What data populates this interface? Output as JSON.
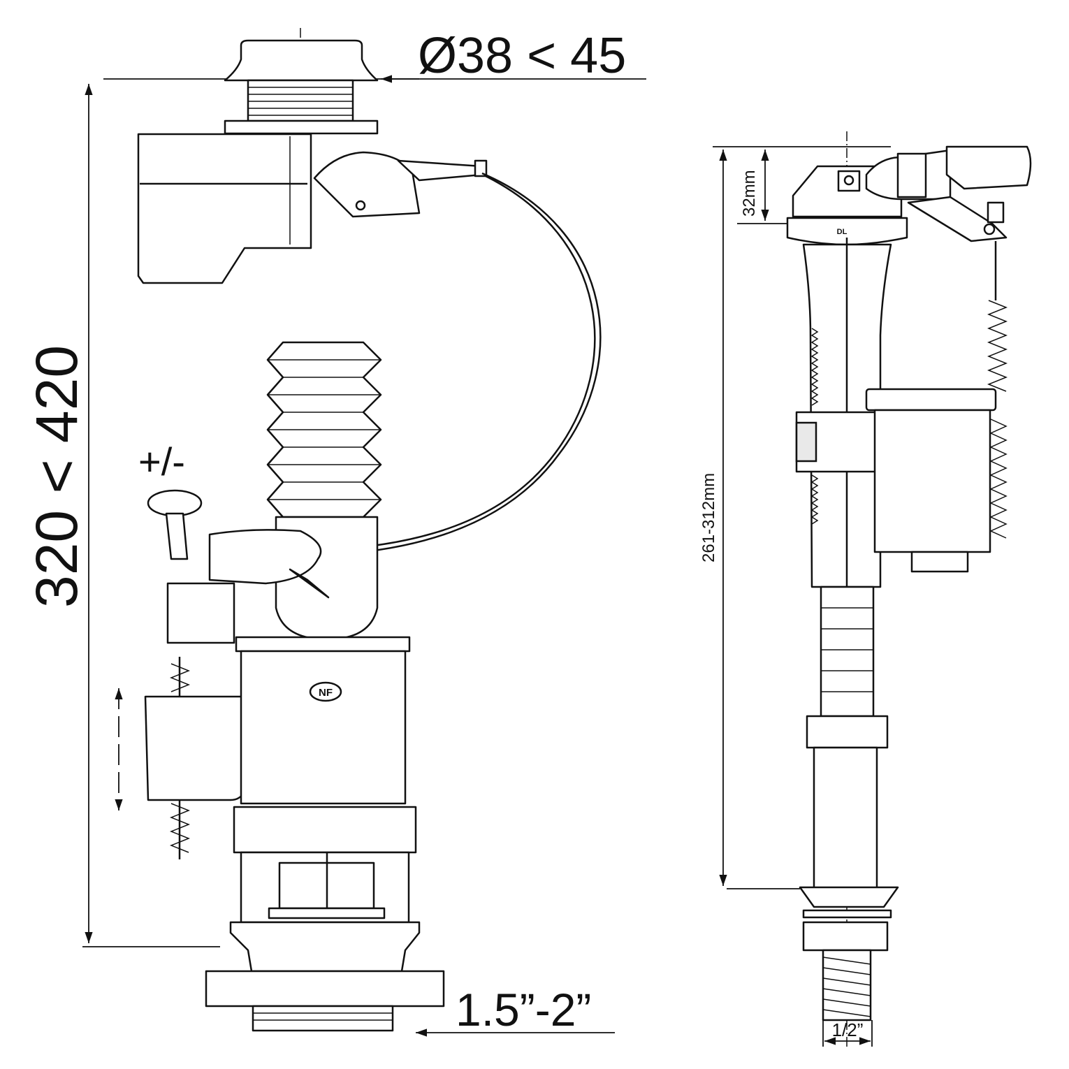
{
  "flush_valve": {
    "button_diameter_label": "Ø38 < 45",
    "height_range_label": "320 < 420",
    "adjust_label": "+/-",
    "outlet_size_label": "1.5”-2”",
    "certification_mark": "NF"
  },
  "fill_valve": {
    "head_height_label": "32mm",
    "height_range_label": "261-312mm",
    "inlet_size_label": "1/2”",
    "marking": "DL"
  }
}
